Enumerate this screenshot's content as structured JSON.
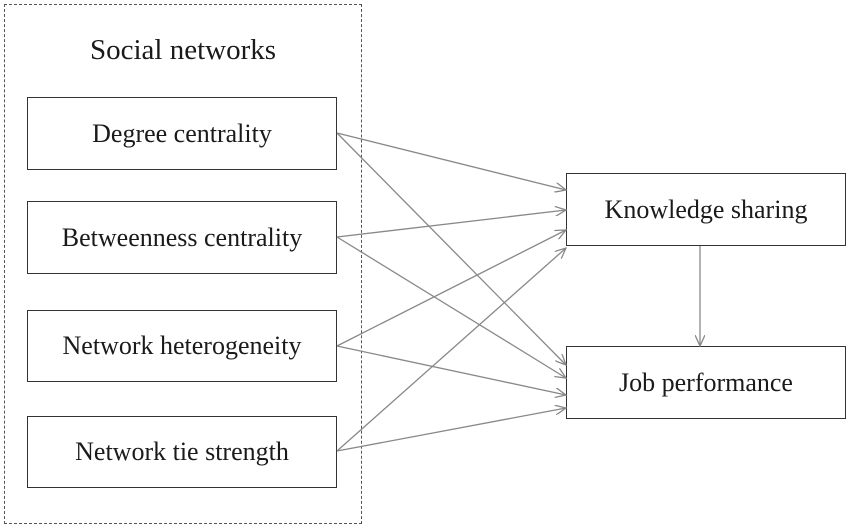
{
  "group": {
    "title": "Social networks"
  },
  "nodes": {
    "degree_centrality": "Degree centrality",
    "betweenness_centrality": "Betweenness centrality",
    "network_heterogeneity": "Network heterogeneity",
    "network_tie_strength": "Network tie strength",
    "knowledge_sharing": "Knowledge sharing",
    "job_performance": "Job performance"
  },
  "edges": [
    {
      "from": "degree_centrality",
      "to": "knowledge_sharing"
    },
    {
      "from": "degree_centrality",
      "to": "job_performance"
    },
    {
      "from": "betweenness_centrality",
      "to": "knowledge_sharing"
    },
    {
      "from": "betweenness_centrality",
      "to": "job_performance"
    },
    {
      "from": "network_heterogeneity",
      "to": "knowledge_sharing"
    },
    {
      "from": "network_heterogeneity",
      "to": "job_performance"
    },
    {
      "from": "network_tie_strength",
      "to": "knowledge_sharing"
    },
    {
      "from": "network_tie_strength",
      "to": "job_performance"
    },
    {
      "from": "knowledge_sharing",
      "to": "job_performance"
    }
  ],
  "colors": {
    "arrow": "#888888",
    "border": "#333333"
  }
}
